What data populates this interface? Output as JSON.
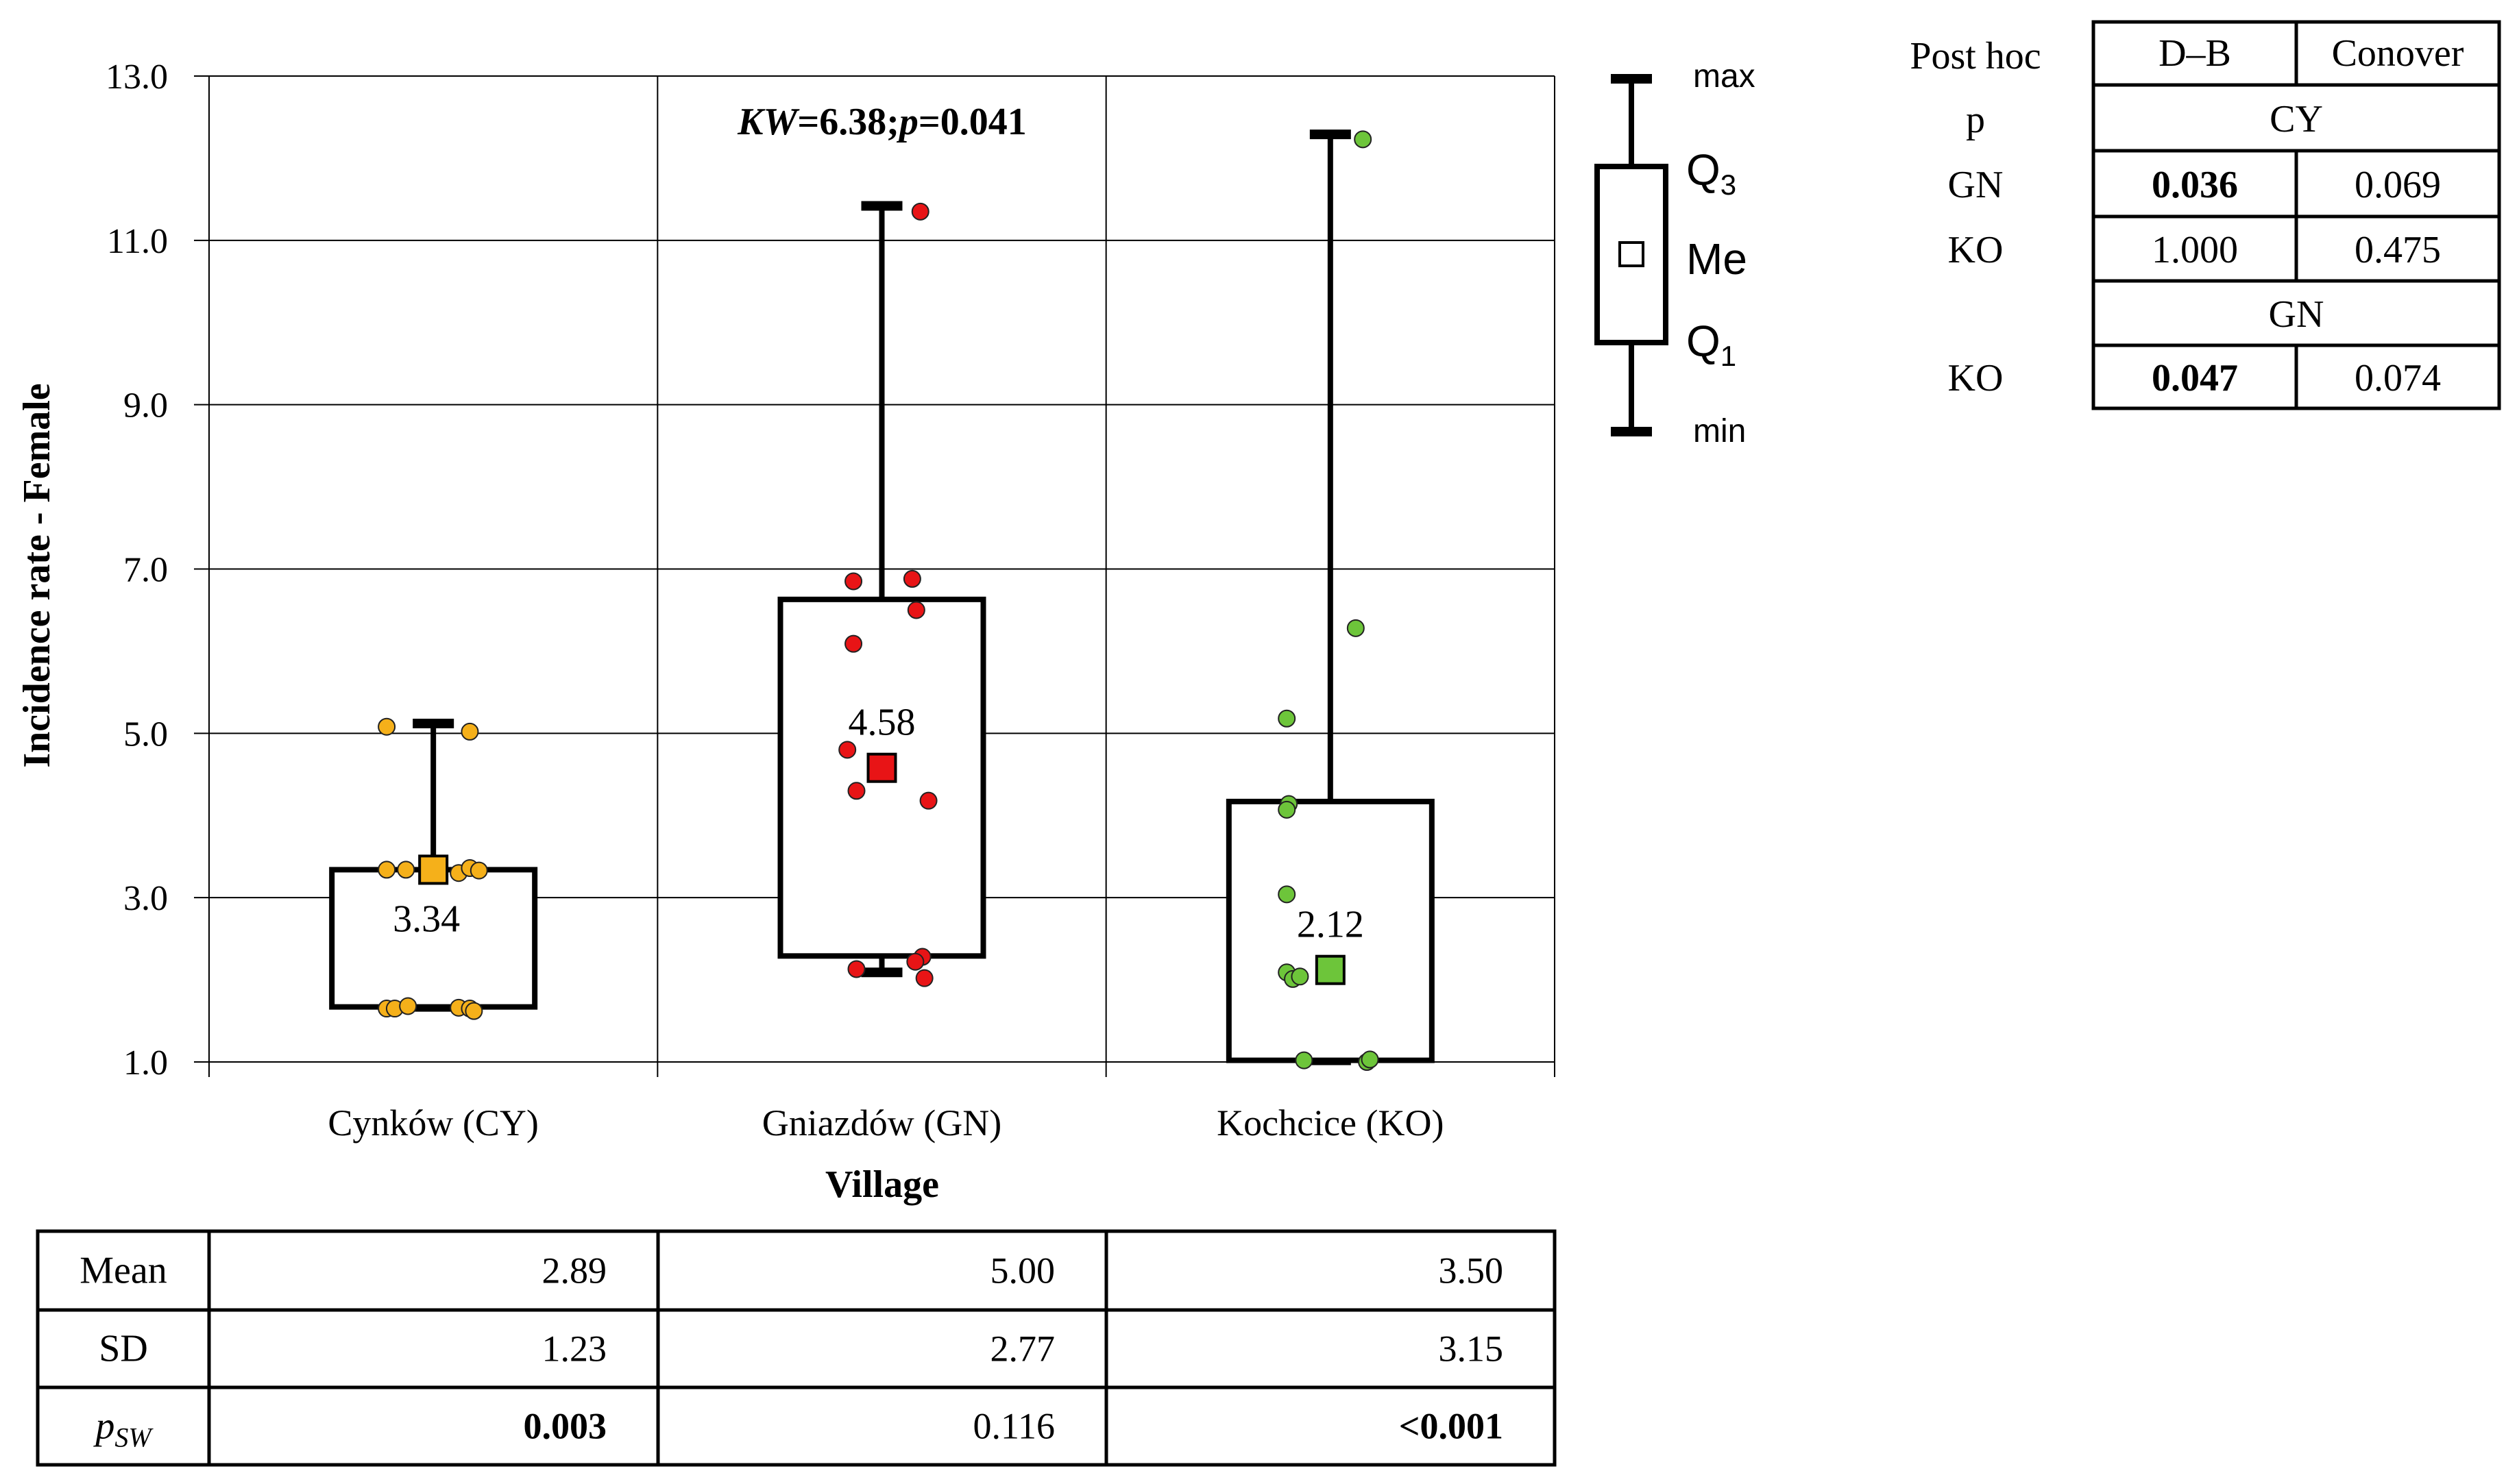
{
  "chart_data": {
    "type": "boxplot",
    "ylabel": "Incidence rate - Female",
    "xlabel": "Village",
    "ylim": [
      1.0,
      13.0
    ],
    "yticks": [
      "1.0",
      "3.0",
      "5.0",
      "7.0",
      "9.0",
      "11.0",
      "13.0"
    ],
    "grid": true,
    "annotation": {
      "stat": "KW",
      "value": "=6.38;",
      "p": "p",
      "pval": "=0.041"
    },
    "categories": [
      "Cynków (CY)",
      "Gniazdów (GN)",
      "Kochcice (KO)"
    ],
    "groups": [
      {
        "category": "Cynków (CY)",
        "color": "#F5B01A",
        "min": 1.67,
        "q1": 1.67,
        "median": 3.34,
        "q3": 3.34,
        "max": 5.12,
        "median_label": "3.34",
        "points": [
          [
            -0.46,
            5.08
          ],
          [
            0.36,
            5.02
          ],
          [
            -0.46,
            3.34
          ],
          [
            -0.27,
            3.34
          ],
          [
            0.25,
            3.3
          ],
          [
            0.36,
            3.36
          ],
          [
            0.45,
            3.33
          ],
          [
            -0.46,
            1.65
          ],
          [
            -0.38,
            1.65
          ],
          [
            -0.25,
            1.68
          ],
          [
            0.25,
            1.66
          ],
          [
            0.36,
            1.65
          ],
          [
            0.4,
            1.62
          ]
        ]
      },
      {
        "category": "Gniazdów (GN)",
        "color": "#E81416",
        "min": 2.09,
        "q1": 2.29,
        "median": 4.58,
        "q3": 6.63,
        "max": 11.42,
        "median_label": "4.58",
        "points": [
          [
            0.38,
            11.35
          ],
          [
            -0.28,
            6.85
          ],
          [
            0.3,
            6.88
          ],
          [
            0.34,
            6.5
          ],
          [
            -0.28,
            6.09
          ],
          [
            -0.34,
            4.8
          ],
          [
            -0.25,
            4.3
          ],
          [
            0.46,
            4.18
          ],
          [
            0.4,
            2.28
          ],
          [
            0.33,
            2.22
          ],
          [
            -0.25,
            2.13
          ],
          [
            0.42,
            2.02
          ]
        ]
      },
      {
        "category": "Kochcice (KO)",
        "color": "#6DC53A",
        "min": 1.02,
        "q1": 1.02,
        "median": 2.12,
        "q3": 4.17,
        "max": 12.29,
        "median_label": "2.12",
        "points": [
          [
            0.32,
            12.23
          ],
          [
            0.25,
            6.28
          ],
          [
            -0.43,
            5.18
          ],
          [
            -0.41,
            4.14
          ],
          [
            -0.43,
            4.07
          ],
          [
            -0.43,
            3.04
          ],
          [
            -0.43,
            2.09
          ],
          [
            -0.37,
            2.01
          ],
          [
            -0.3,
            2.04
          ],
          [
            -0.26,
            1.02
          ],
          [
            0.36,
            1.0
          ],
          [
            0.39,
            1.03
          ]
        ]
      }
    ],
    "legend": {
      "max": "max",
      "q3": "Q",
      "q3_sub": "3",
      "me": "Me",
      "q1": "Q",
      "q1_sub": "1",
      "min": "min"
    },
    "summary_table": {
      "rows": [
        {
          "label": "Mean",
          "values": [
            "2.89",
            "5.00",
            "3.50"
          ],
          "bold": [
            false,
            false,
            false
          ]
        },
        {
          "label": "SD",
          "values": [
            "1.23",
            "2.77",
            "3.15"
          ],
          "bold": [
            false,
            false,
            false
          ]
        },
        {
          "label": "p",
          "label_sub": "SW",
          "values": [
            "0.003",
            "0.116",
            "<0.001"
          ],
          "bold": [
            true,
            false,
            true
          ]
        }
      ]
    },
    "posthoc_table": {
      "title": "Post hoc",
      "headers": [
        "D–B",
        "Conover"
      ],
      "p_label": "p",
      "blocks": [
        {
          "ref": "CY",
          "rows": [
            {
              "label": "GN",
              "db": "0.036",
              "db_bold": true,
              "conover": "0.069"
            },
            {
              "label": "KO",
              "db": "1.000",
              "db_bold": false,
              "conover": "0.475"
            }
          ]
        },
        {
          "ref": "GN",
          "rows": [
            {
              "label": "KO",
              "db": "0.047",
              "db_bold": true,
              "conover": "0.074"
            }
          ]
        }
      ]
    }
  }
}
